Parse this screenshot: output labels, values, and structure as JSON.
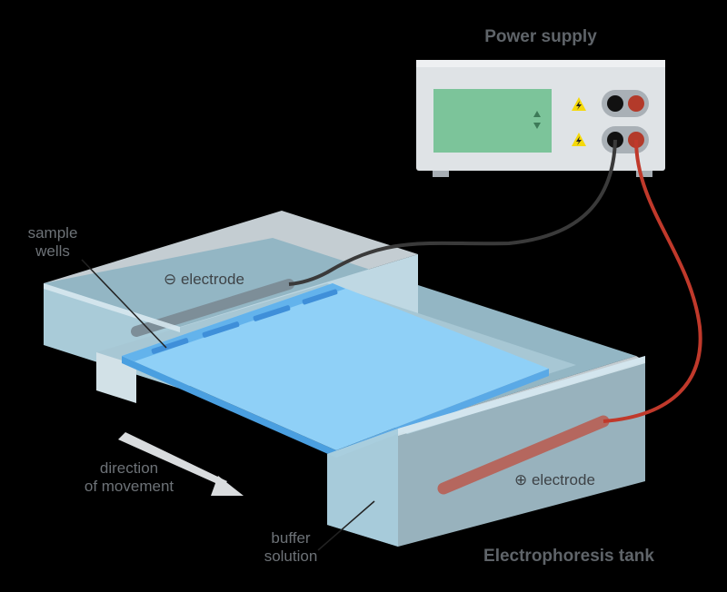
{
  "labels": {
    "power_supply": "Power supply",
    "sample_wells_line1": "sample",
    "sample_wells_line2": "wells",
    "neg_electrode": "⊖ electrode",
    "pos_electrode": "⊕ electrode",
    "direction_line1": "direction",
    "direction_line2": "of movement",
    "buffer_line1": "buffer",
    "buffer_line2": "solution",
    "tank": "Electrophoresis tank"
  },
  "colors": {
    "background": "#000000",
    "gel": "#8fd0f7",
    "gel_edge": "#4a9fe0",
    "buffer": "#b9d9e6",
    "positive_lead": "#c0392b",
    "negative_lead": "#3a3a3a",
    "display": "#7cc49a",
    "warning": "#f5d90a"
  },
  "icons": {
    "warning": "high-voltage-warning-icon",
    "arrows": "up-down-arrow-icon"
  }
}
